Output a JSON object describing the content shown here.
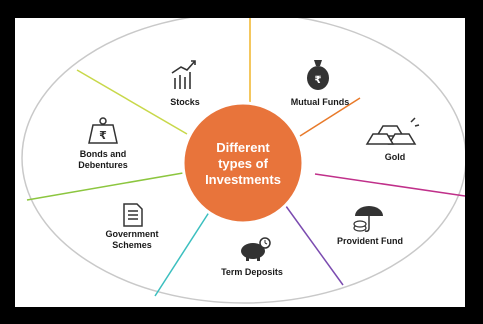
{
  "diagram": {
    "center": {
      "lines": [
        "Different",
        "types of",
        "Investments"
      ],
      "color": "#e8743b"
    },
    "segments": [
      {
        "id": "stocks",
        "lines": [
          "Stocks"
        ],
        "icon": "stocks-chart-icon"
      },
      {
        "id": "mutual-funds",
        "lines": [
          "Mutual Funds"
        ],
        "icon": "money-bag-icon"
      },
      {
        "id": "gold",
        "lines": [
          "Gold"
        ],
        "icon": "gold-bars-icon"
      },
      {
        "id": "provident-fund",
        "lines": [
          "Provident Fund"
        ],
        "icon": "umbrella-coins-icon"
      },
      {
        "id": "term-deposits",
        "lines": [
          "Term Deposits"
        ],
        "icon": "piggy-bank-icon"
      },
      {
        "id": "government-schemes",
        "lines": [
          "Government",
          "Schemes"
        ],
        "icon": "document-icon"
      },
      {
        "id": "bonds-debentures",
        "lines": [
          "Bonds and",
          "Debentures"
        ],
        "icon": "rupee-weight-icon"
      }
    ],
    "divider_colors": {
      "top": "#f0b429",
      "top-right": "#e87a2a",
      "right": "#c0308a",
      "bottom-right": "#7b4bb0",
      "bottom-left": "#3bbfbf",
      "left": "#8cc63f",
      "top-left": "#c8d84a"
    }
  }
}
